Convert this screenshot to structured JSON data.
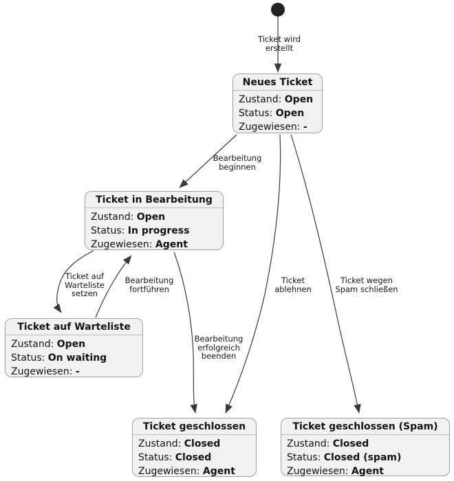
{
  "colors": {
    "state_fill": "#f1f1f1",
    "state_border": "#9f9f9f",
    "separator": "#bdbdbd",
    "edge": "#383838",
    "text": "#121212"
  },
  "states": [
    {
      "id": "neues-ticket",
      "title": "Neues Ticket",
      "fields": [
        {
          "label": "Zustand:",
          "value": "Open"
        },
        {
          "label": "Status:",
          "value": "Open"
        },
        {
          "label": "Zugewiesen:",
          "value": "-"
        }
      ]
    },
    {
      "id": "ticket-in-bearbeitung",
      "title": "Ticket in Bearbeitung",
      "fields": [
        {
          "label": "Zustand:",
          "value": "Open"
        },
        {
          "label": "Status:",
          "value": "In progress"
        },
        {
          "label": "Zugewiesen:",
          "value": "Agent"
        }
      ]
    },
    {
      "id": "ticket-auf-warteliste",
      "title": "Ticket auf Warteliste",
      "fields": [
        {
          "label": "Zustand:",
          "value": "Open"
        },
        {
          "label": "Status:",
          "value": "On waiting"
        },
        {
          "label": "Zugewiesen:",
          "value": "-"
        }
      ]
    },
    {
      "id": "ticket-geschlossen",
      "title": "Ticket geschlossen",
      "fields": [
        {
          "label": "Zustand:",
          "value": "Closed"
        },
        {
          "label": "Status:",
          "value": "Closed"
        },
        {
          "label": "Zugewiesen:",
          "value": "Agent"
        }
      ]
    },
    {
      "id": "ticket-geschlossen-spam",
      "title": "Ticket geschlossen (Spam)",
      "fields": [
        {
          "label": "Zustand:",
          "value": "Closed"
        },
        {
          "label": "Status:",
          "value": "Closed (spam)"
        },
        {
          "label": "Zugewiesen:",
          "value": "Agent"
        }
      ]
    }
  ],
  "transitions": [
    {
      "from": "initial",
      "to": "neues-ticket",
      "label": "Ticket wird\nerstellt"
    },
    {
      "from": "neues-ticket",
      "to": "ticket-in-bearbeitung",
      "label": "Bearbeitung\nbeginnen"
    },
    {
      "from": "ticket-in-bearbeitung",
      "to": "ticket-auf-warteliste",
      "label": "Ticket auf\nWarteliste\nsetzen"
    },
    {
      "from": "ticket-auf-warteliste",
      "to": "ticket-in-bearbeitung",
      "label": "Bearbeitung\nfortführen"
    },
    {
      "from": "ticket-in-bearbeitung",
      "to": "ticket-geschlossen",
      "label": "Bearbeitung\nerfolgreich\nbeenden"
    },
    {
      "from": "neues-ticket",
      "to": "ticket-geschlossen",
      "label": "Ticket\nablehnen"
    },
    {
      "from": "neues-ticket",
      "to": "ticket-geschlossen-spam",
      "label": "Ticket wegen\nSpam schließen"
    }
  ]
}
